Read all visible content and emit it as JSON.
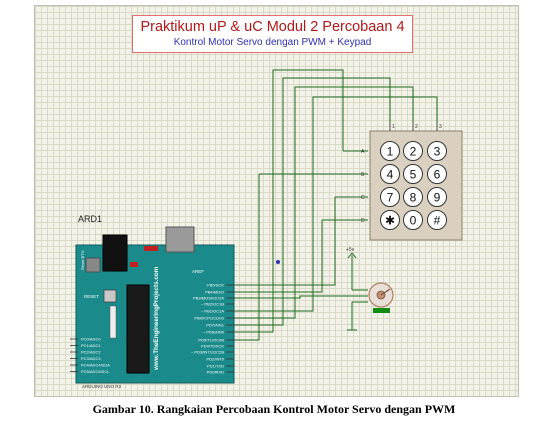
{
  "title": "Praktikum uP & uC Modul 2 Percobaan 4",
  "subtitle": "Kontrol Motor Servo dengan PWM + Keypad",
  "board": {
    "ref": "ARD1",
    "brand": "www.TheEngineeringProjects.com",
    "model": "ARDUINO UNO R3",
    "reset_label": "RESET",
    "aref": "AREF",
    "right_pins": [
      "PB5/SCK",
      "PB4/MISO",
      "PB3/MOSI/OC2A",
      "~ PB2/OC1B",
      "~ PB1/OC1A",
      "PB0/ICP1/CLKO",
      "PD7/AIN1",
      "~ PD6/AIN0",
      "PD5/T1/OC0B",
      "PD4/T0/XCK",
      "~ PD3/INT1/OC2B",
      "PD2/INT0",
      "PD1/TXD",
      "PD0/RXD"
    ],
    "left_pins": [
      "PC0/ADC0",
      "PC1/ADC1",
      "PC2/ADC2",
      "PC3/ADC3",
      "PC4/ADC4/SDA",
      "PC5/ADC5/SCL"
    ]
  },
  "keypad": {
    "rows": [
      "A",
      "B",
      "C",
      "D"
    ],
    "cols": [
      "1",
      "2",
      "3"
    ],
    "keys": [
      [
        "1",
        "2",
        "3"
      ],
      [
        "4",
        "5",
        "6"
      ],
      [
        "7",
        "8",
        "9"
      ],
      [
        "✱",
        "0",
        "#"
      ]
    ]
  },
  "servo": {
    "supply_label": "+5v"
  },
  "caption": "Gambar 10. Rangkaian Percobaan Kontrol Motor Servo dengan PWM",
  "colors": {
    "sheet": "#f2f2e8",
    "board": "#1a8a8a",
    "wire": "#1e6b1e",
    "title": "#b01818",
    "subtitle": "#3030b0",
    "keypad_body": "#d9d0bf"
  }
}
